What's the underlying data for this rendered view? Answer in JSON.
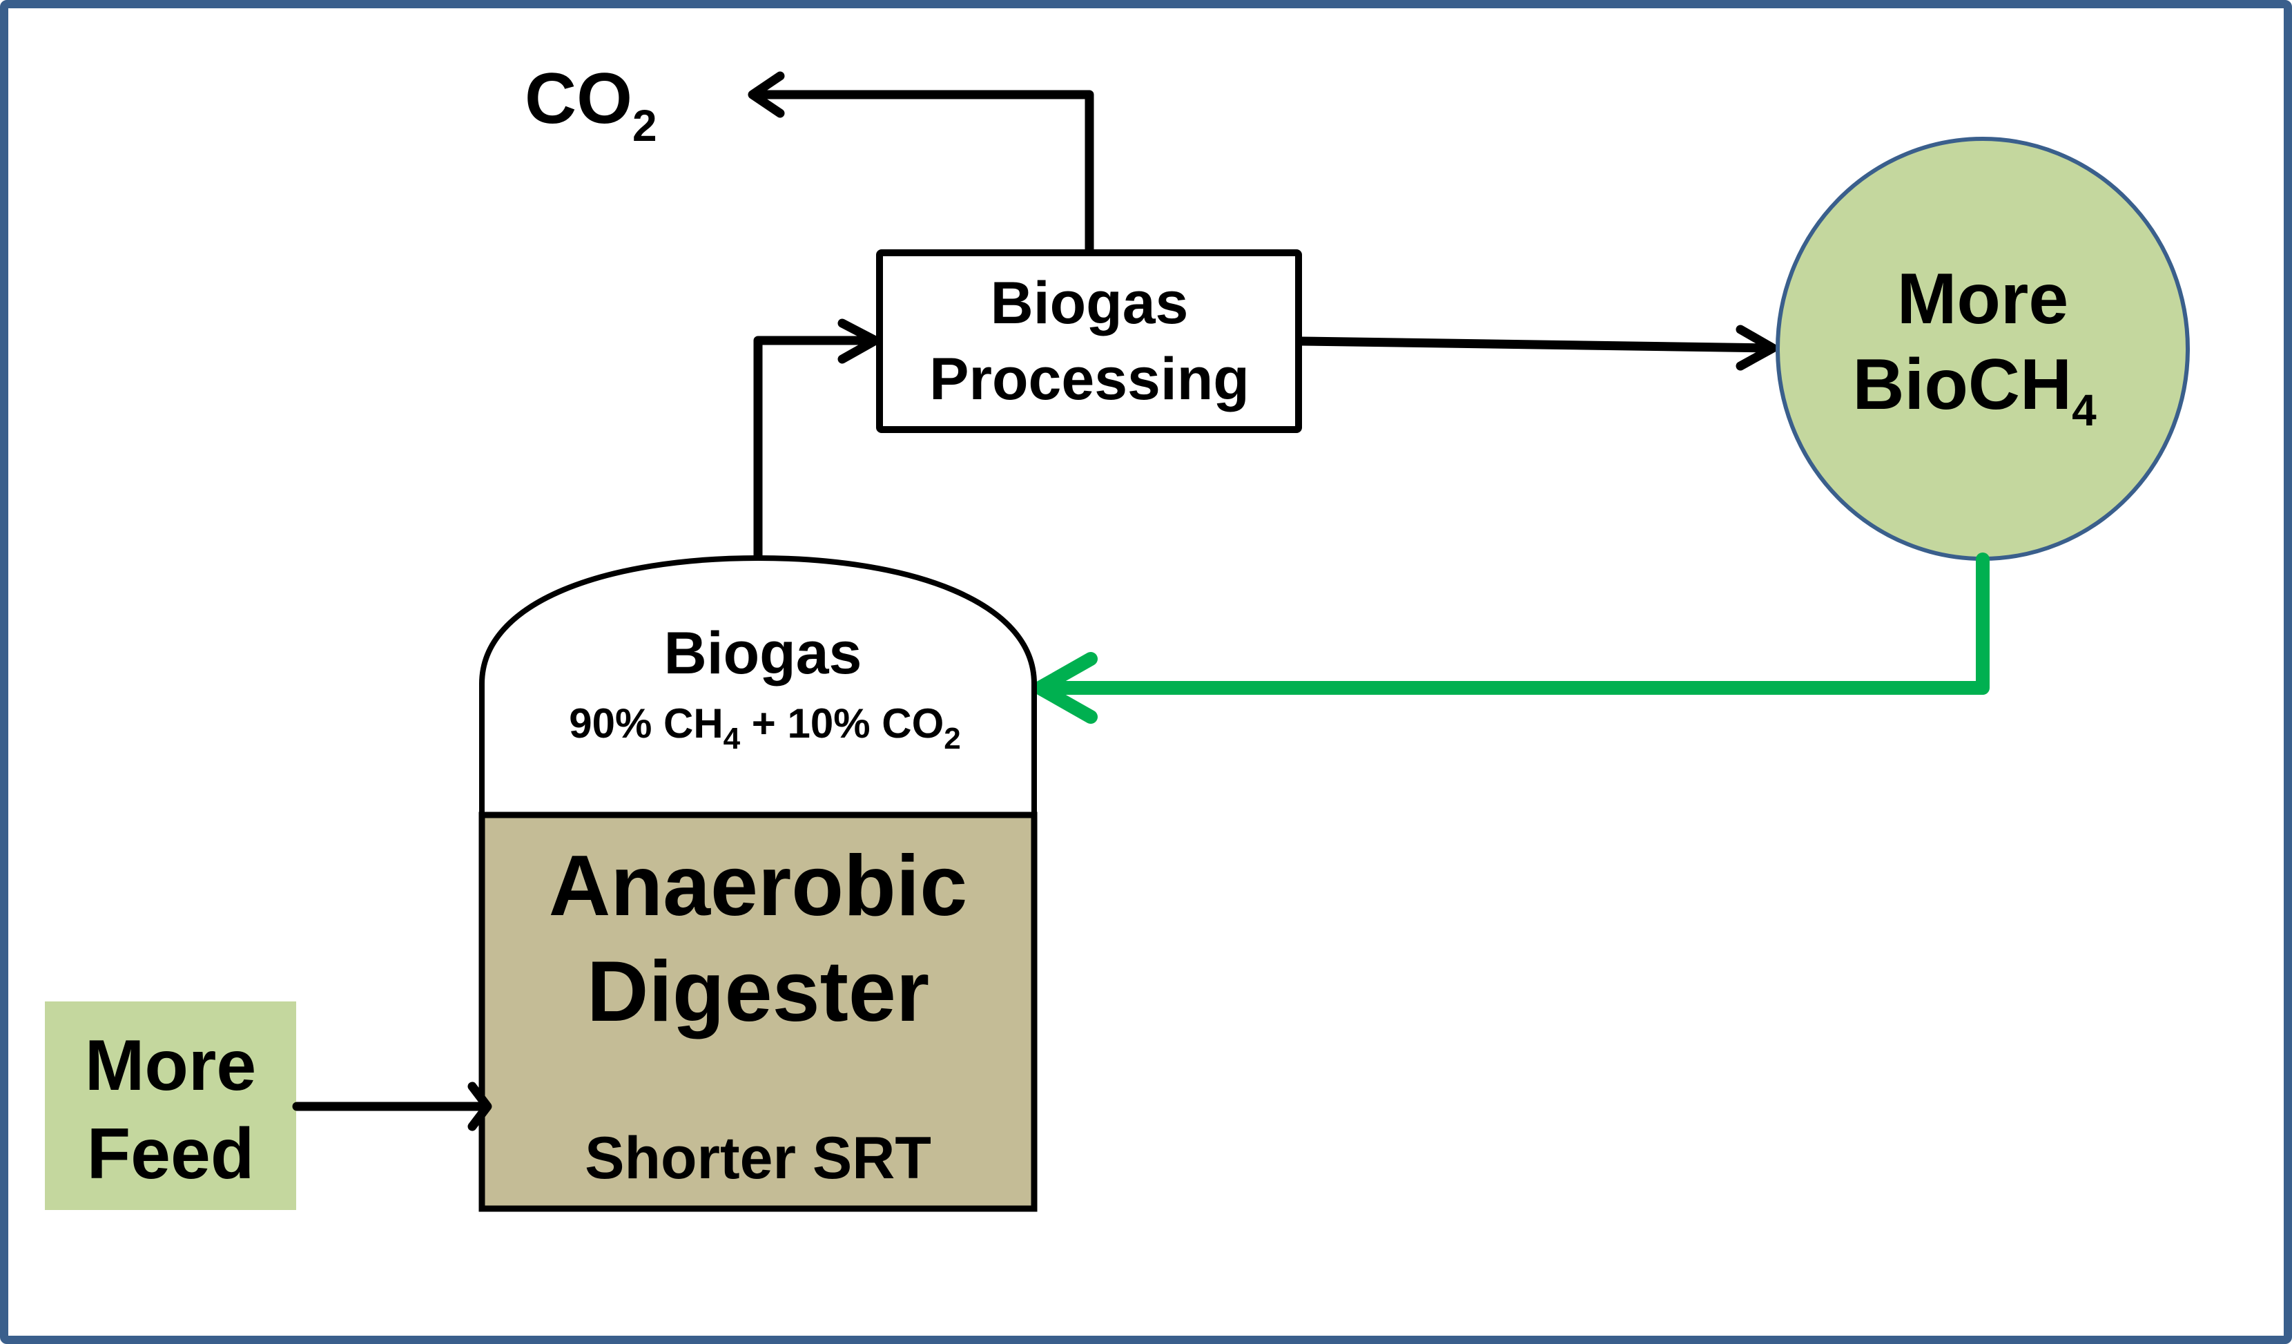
{
  "diagram": {
    "title": "Anaerobic digestion with biogas recycle",
    "colors": {
      "frame": "#3A5F8C",
      "green_fill": "#C4D79E",
      "digester_fill": "#C4BC96",
      "recycle_line": "#00B050",
      "line": "#000000"
    },
    "nodes": {
      "co2_out": {
        "label": "CO",
        "subscript": "2"
      },
      "biogas_processing": {
        "line1": "Biogas",
        "line2": "Processing"
      },
      "more_biogas": {
        "line1": "More",
        "line2": "BioCH",
        "line2_subscript": "4"
      },
      "dome": {
        "title": "Biogas",
        "composition": {
          "part1": "90% CH",
          "part1_sub": "4",
          "part2": " + 10% CO",
          "part2_sub": "2"
        }
      },
      "digester": {
        "line1": "Anaerobic",
        "line2": "Digester",
        "note": "Shorter SRT"
      },
      "feed": {
        "line1": "More",
        "line2": "Feed"
      }
    },
    "edges": [
      {
        "from": "feed",
        "to": "digester"
      },
      {
        "from": "dome",
        "to": "biogas_processing"
      },
      {
        "from": "biogas_processing",
        "to": "co2_out"
      },
      {
        "from": "biogas_processing",
        "to": "more_biogas"
      },
      {
        "from": "more_biogas",
        "to": "dome",
        "style": "recycle"
      }
    ]
  }
}
